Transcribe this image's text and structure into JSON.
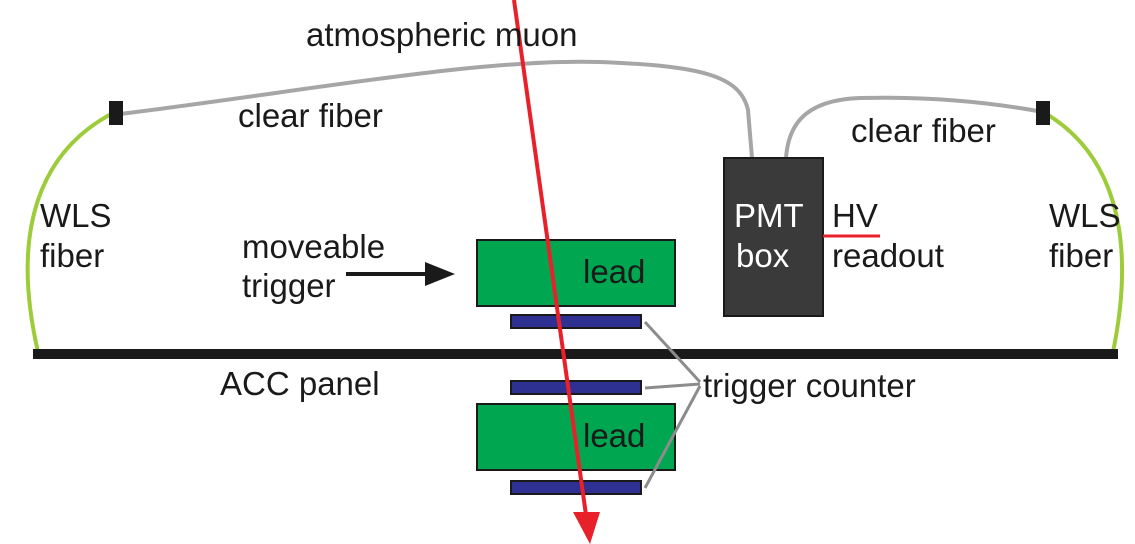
{
  "labels": {
    "atmospheric_muon": "atmospheric muon",
    "clear_fiber_left": "clear fiber",
    "clear_fiber_right": "clear fiber",
    "wls_left_1": "WLS",
    "wls_left_2": "fiber",
    "wls_right_1": "WLS",
    "wls_right_2": "fiber",
    "moveable_1": "moveable",
    "moveable_2": "trigger",
    "lead_top": "lead",
    "lead_bottom": "lead",
    "pmt_1": "PMT",
    "pmt_2": "box",
    "hv": "HV",
    "readout": "readout",
    "acc_panel": "ACC panel",
    "trigger_counter": "trigger counter"
  },
  "colors": {
    "muon": "#e8202a",
    "wls_fiber": "#9dcc3a",
    "clear_fiber": "#a6a6a6",
    "lead": "#00a650",
    "counter": "#2e3192",
    "pmt_box": "#3a3a3a",
    "panel": "#1a1a1a"
  }
}
